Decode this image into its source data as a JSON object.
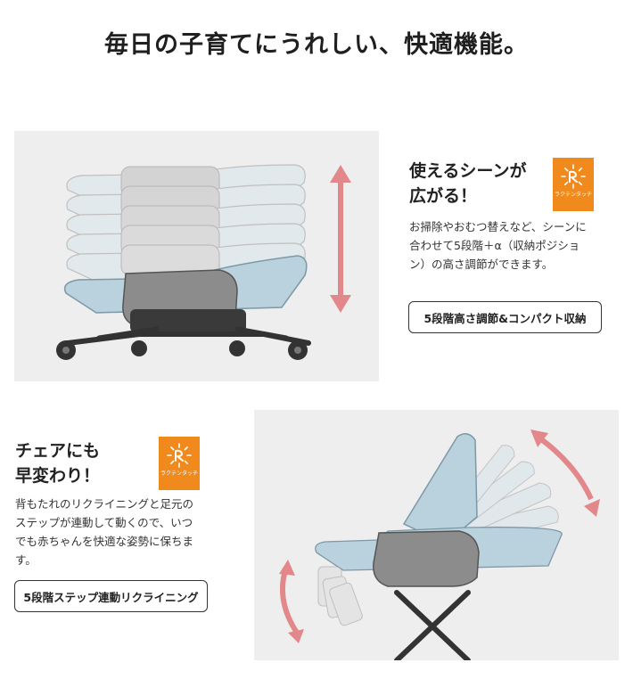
{
  "headline": "毎日の子育てにうれしい、快適機能。",
  "features": [
    {
      "title_lines": [
        "使えるシーンが",
        "広がる！"
      ],
      "body_lines": [
        "お掃除やおむつ替えなど、シーンに",
        "合わせて5段階＋α（収納ポジショ",
        "ン）の高さ調節ができます。"
      ],
      "tag": "5段階高さ調節&コンパクト収納",
      "badge_label": "ラクテンタッチ"
    },
    {
      "title_lines": [
        "チェアにも",
        "早変わり！"
      ],
      "body_lines": [
        "背もたれのリクライニングと足元の",
        "ステップが連動して動くので、いつ",
        "でも赤ちゃんを快適な姿勢に保ちま",
        "す。"
      ],
      "tag": "5段階ステップ連動リクライニング",
      "badge_label": "ラクテンタッチ"
    }
  ],
  "colors": {
    "badge": "#f08a1c",
    "arrow": "#e2888a",
    "panel_bg": "#eeeeee",
    "fabric": "#b9d2de",
    "shell": "#8c8c8c"
  },
  "icons": [
    "vertical-double-arrow-icon",
    "curved-double-arrow-icon",
    "sparkle-r-badge-icon"
  ]
}
